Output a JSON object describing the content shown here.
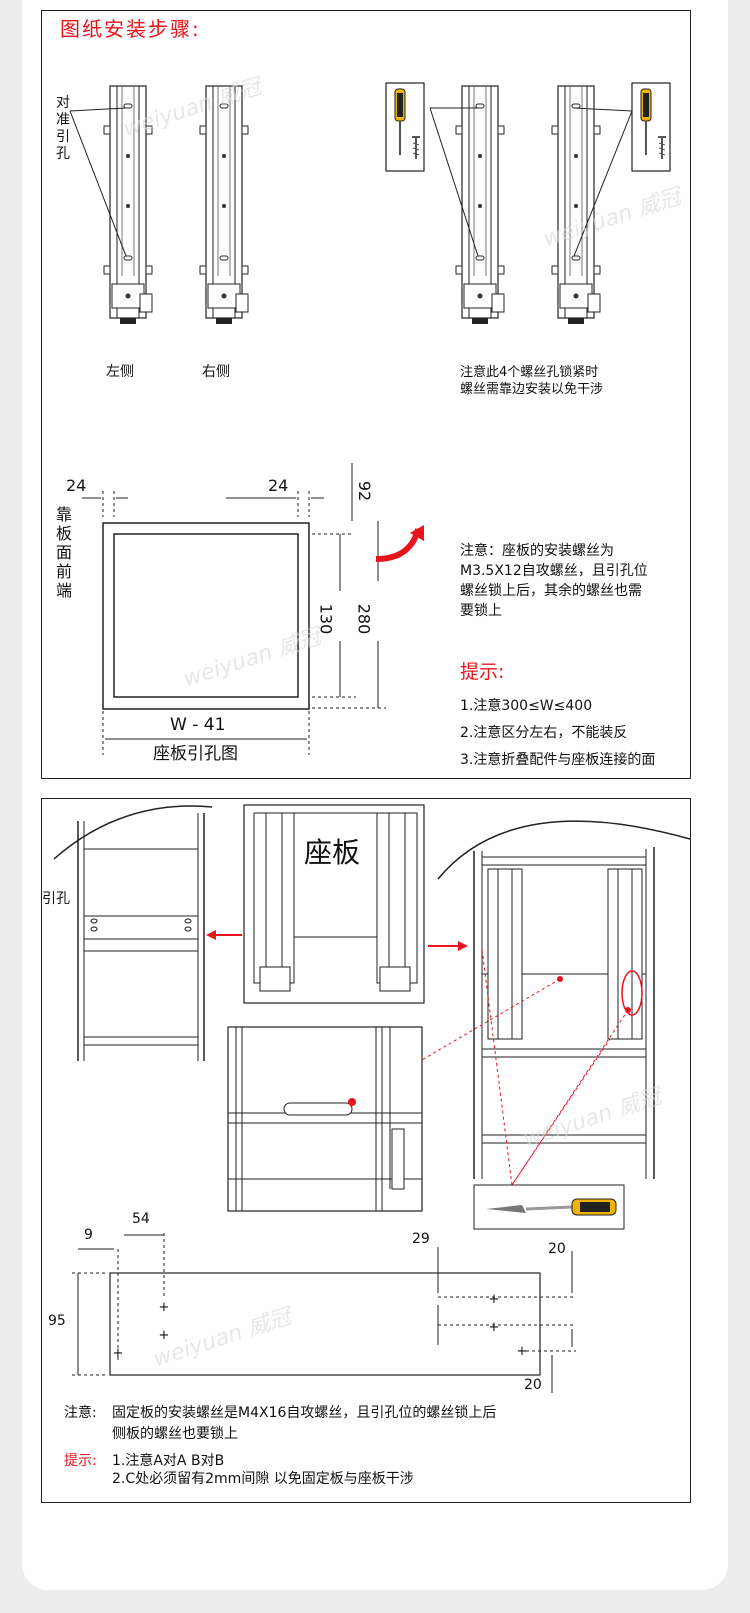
{
  "panel1": {
    "title": "图纸安装步骤:",
    "align_hole_label": "对准引孔",
    "left_label": "左侧",
    "right_label": "右侧",
    "screw_note_line1": "注意此4个螺丝孔锁紧时",
    "screw_note_line2": "螺丝需靠边安装以免干涉",
    "dim_24_left": "24",
    "dim_24_right": "24",
    "dim_92": "92",
    "dim_130": "130",
    "dim_280": "280",
    "back_front_label": "靠板面前端",
    "width_label": "W - 41",
    "seat_hole_caption": "座板引孔图",
    "seat_note_lines": [
      "注意：座板的安装螺丝为",
      "M3.5X12自攻螺丝，且引孔位",
      "螺丝锁上后，其余的螺丝也需",
      "要锁上"
    ],
    "tip_title": "提示:",
    "tips": [
      "1.注意300≤W≤400",
      "2.注意区分左右，不能装反",
      "3.注意折叠配件与座板连接的面"
    ]
  },
  "panel2": {
    "hole_label": "引孔",
    "seat_label": "座板",
    "dim_54": "54",
    "dim_9": "9",
    "dim_95": "95",
    "dim_29": "29",
    "dim_20_top": "20",
    "dim_20_bottom": "20",
    "note_prefix": "注意:",
    "note_line1": "固定板的安装螺丝是M4X16自攻螺丝，且引孔位的螺丝锁上后",
    "note_line2": "侧板的螺丝也要锁上",
    "tip_prefix": "提示:",
    "tip_line1": "1.注意A对A B对B",
    "tip_line2": "2.C处必须留有2mm间隙 以免固定板与座板干涉"
  },
  "watermark": "weiyuan 威冠",
  "colors": {
    "accent_red": "#e8141c",
    "screwdriver_yellow": "#f0b400"
  }
}
